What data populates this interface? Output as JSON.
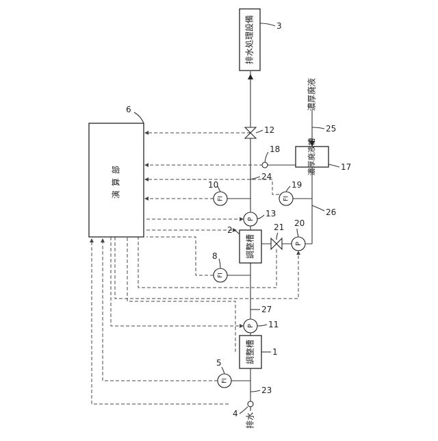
{
  "boxes": {
    "drain_facility": "排水処理設備",
    "computing_unit": "演算部",
    "adjust_tank_2": "調整槽",
    "adjust_tank_1": "調整槽",
    "concentrated_tank": "濃厚廃液槽"
  },
  "inputs": {
    "drain_inlet": "排水",
    "concentrated_inlet": "濃厚廃液"
  },
  "instruments": {
    "flow_indicator": "FI",
    "pump": "P"
  },
  "refs": {
    "r1": "1",
    "r2": "2",
    "r3": "3",
    "r4": "4",
    "r5": "5",
    "r6": "6",
    "r8": "8",
    "r10": "10",
    "r11": "11",
    "r12": "12",
    "r13": "13",
    "r17": "17",
    "r18": "18",
    "r19": "19",
    "r20": "20",
    "r21": "21",
    "r23": "23",
    "r24": "24",
    "r25": "25",
    "r26": "26",
    "r27": "27"
  }
}
